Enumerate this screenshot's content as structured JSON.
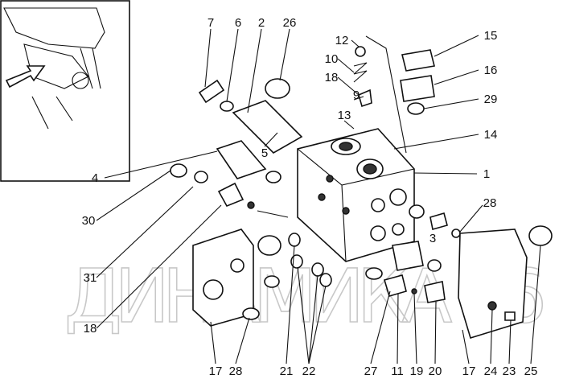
{
  "diagram": {
    "title": "Exploded view of hydraulic valve block",
    "watermark": "ДИНАМИКА 76",
    "callouts": [
      "7",
      "6",
      "2",
      "26",
      "12",
      "15",
      "10",
      "16",
      "18",
      "29",
      "9",
      "13",
      "14",
      "5",
      "4",
      "1",
      "30",
      "28",
      "3",
      "31",
      "18",
      "17",
      "28",
      "21",
      "22",
      "27",
      "11",
      "19",
      "20",
      "17",
      "24",
      "23",
      "25"
    ]
  }
}
